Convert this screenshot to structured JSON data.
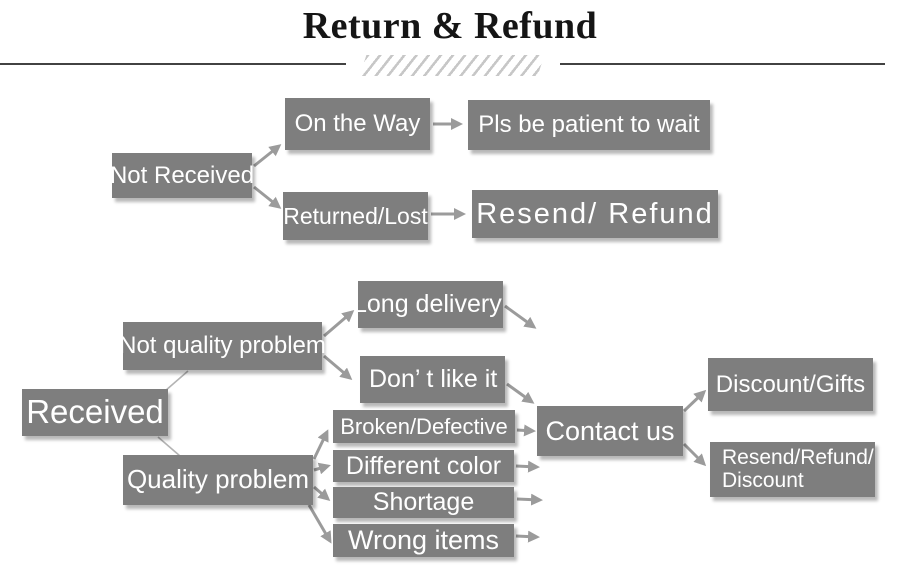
{
  "title": "Return & Refund",
  "colors": {
    "box": "#7e7e7e",
    "box_text": "#ffffff",
    "arrow": "#9b9b9b",
    "thin_line": "#b3b3b3",
    "title_text": "#151515",
    "rule": "#424242",
    "hatch": "#c7c7c7"
  },
  "nodes": {
    "not_received": {
      "label": "Not Received"
    },
    "on_the_way": {
      "label": "On the Way"
    },
    "pls_wait": {
      "label": "Pls be patient to wait"
    },
    "returned_lost": {
      "label": "Returned/Lost"
    },
    "resend_refund": {
      "label": "Resend/ Refund"
    },
    "received": {
      "label": "Received"
    },
    "not_quality_problem": {
      "label": "Not quality problem"
    },
    "quality_problem": {
      "label": "Quality problem"
    },
    "long_delivery": {
      "label": "Long delivery"
    },
    "dont_like_it": {
      "label": "Don’ t like it"
    },
    "broken_defective": {
      "label": "Broken/Defective"
    },
    "different_color": {
      "label": "Different color"
    },
    "shortage": {
      "label": "Shortage"
    },
    "wrong_items": {
      "label": "Wrong items"
    },
    "contact_us": {
      "label": "Contact us"
    },
    "discount_gifts": {
      "label": "Discount/Gifts"
    },
    "resend_refund_discount": {
      "line1": "Resend/Refund/",
      "line2": "Discount"
    }
  },
  "edges": [
    {
      "from": "not_received",
      "to": "on_the_way"
    },
    {
      "from": "not_received",
      "to": "returned_lost"
    },
    {
      "from": "on_the_way",
      "to": "pls_wait"
    },
    {
      "from": "returned_lost",
      "to": "resend_refund"
    },
    {
      "from": "received",
      "to": "not_quality_problem"
    },
    {
      "from": "received",
      "to": "quality_problem"
    },
    {
      "from": "not_quality_problem",
      "to": "long_delivery"
    },
    {
      "from": "not_quality_problem",
      "to": "dont_like_it"
    },
    {
      "from": "long_delivery",
      "to": "contact_us"
    },
    {
      "from": "dont_like_it",
      "to": "contact_us"
    },
    {
      "from": "quality_problem",
      "to": "broken_defective"
    },
    {
      "from": "quality_problem",
      "to": "different_color"
    },
    {
      "from": "quality_problem",
      "to": "shortage"
    },
    {
      "from": "quality_problem",
      "to": "wrong_items"
    },
    {
      "from": "broken_defective",
      "to": "contact_us"
    },
    {
      "from": "different_color",
      "to": "contact_us"
    },
    {
      "from": "shortage",
      "to": "contact_us"
    },
    {
      "from": "wrong_items",
      "to": "contact_us"
    },
    {
      "from": "contact_us",
      "to": "discount_gifts"
    },
    {
      "from": "contact_us",
      "to": "resend_refund_discount"
    }
  ]
}
